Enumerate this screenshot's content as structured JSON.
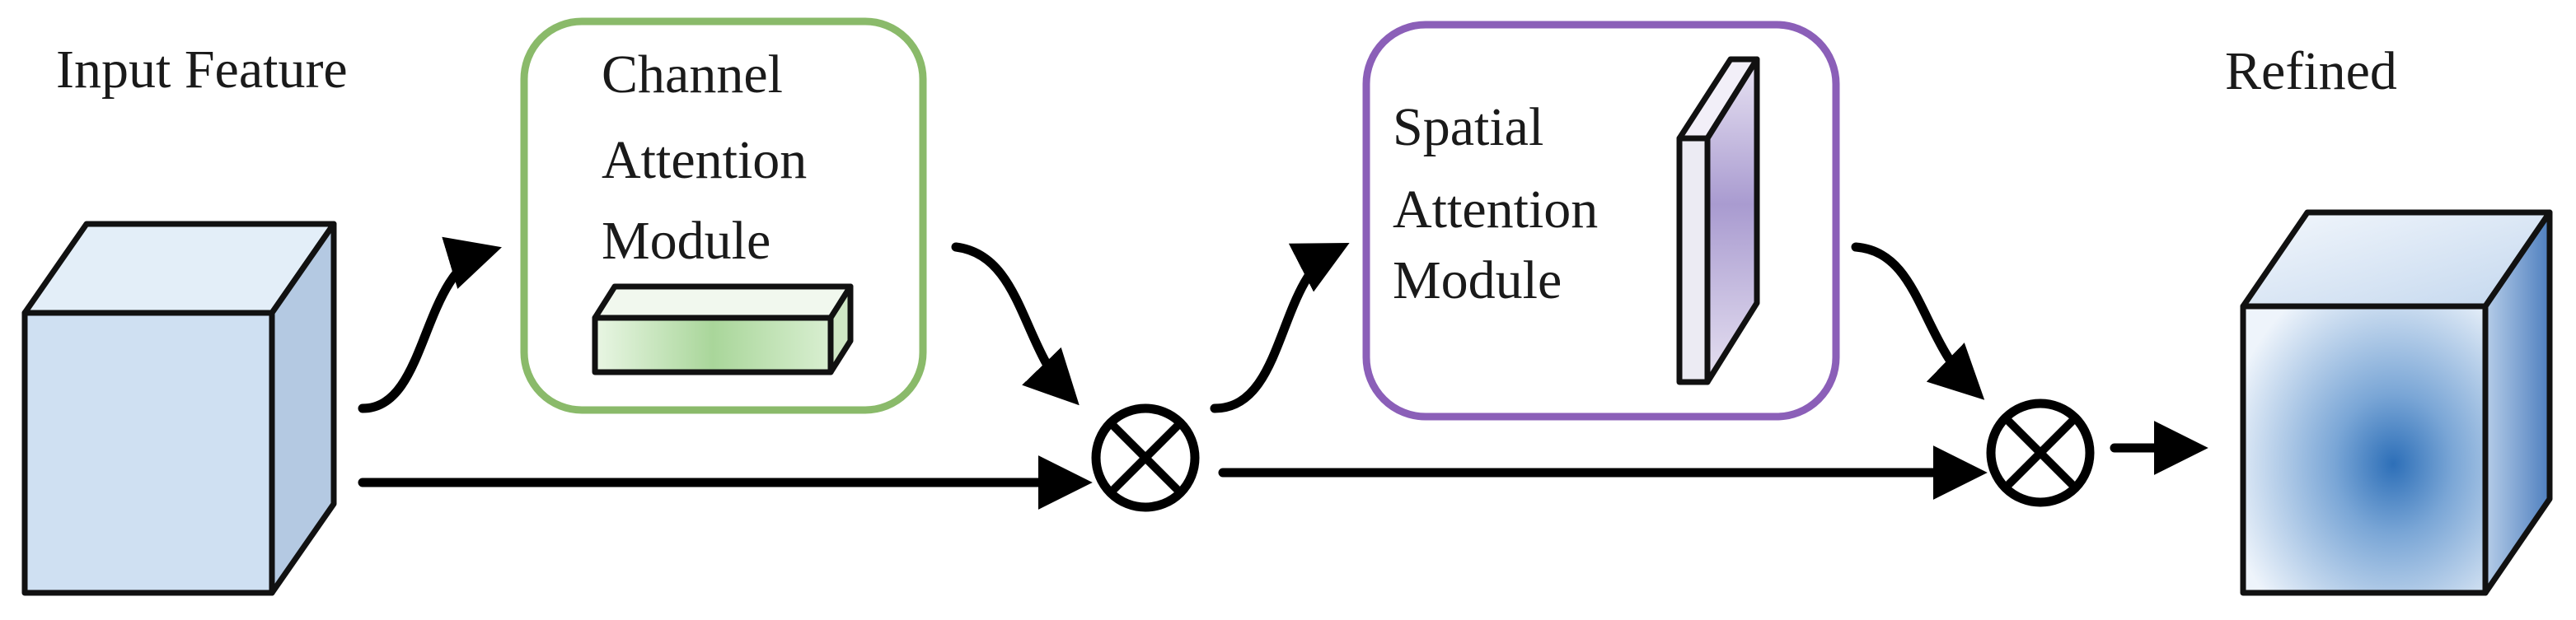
{
  "labels": {
    "input_feature": "Input Feature",
    "refined": "Refined"
  },
  "modules": {
    "channel": {
      "lines": [
        "Channel",
        "Attention",
        "Module"
      ],
      "border_color": "#8aba6a"
    },
    "spatial": {
      "lines": [
        "Spatial",
        "Attention",
        "Module"
      ],
      "border_color": "#8b5fb8"
    }
  },
  "operators": {
    "multiply_symbol": "⊗"
  },
  "colors": {
    "input_cube_front": "#cfe0f2",
    "input_cube_top": "#e3eef8",
    "input_cube_side": "#b4c9e2",
    "refined_cube_center": "#2d6fb8",
    "channel_bar": "#a9d69a",
    "spatial_slab": "#a99bd0"
  }
}
